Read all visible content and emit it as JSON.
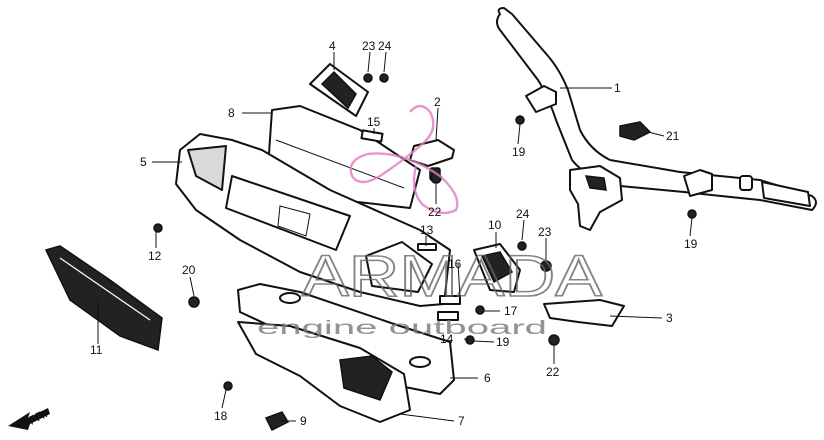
{
  "watermark": {
    "brand": "ARMADA",
    "tagline": "engine outboard",
    "logo_color": "#e07cc0"
  },
  "diagram": {
    "direction_label": "FR.",
    "callouts": [
      {
        "id": "c1",
        "text": "1"
      },
      {
        "id": "c2",
        "text": "2"
      },
      {
        "id": "c3",
        "text": "3"
      },
      {
        "id": "c4",
        "text": "4"
      },
      {
        "id": "c5",
        "text": "5"
      },
      {
        "id": "c6",
        "text": "6"
      },
      {
        "id": "c7",
        "text": "7"
      },
      {
        "id": "c8",
        "text": "8"
      },
      {
        "id": "c9",
        "text": "9"
      },
      {
        "id": "c10",
        "text": "10"
      },
      {
        "id": "c11",
        "text": "11"
      },
      {
        "id": "c12",
        "text": "12"
      },
      {
        "id": "c13",
        "text": "13"
      },
      {
        "id": "c14",
        "text": "14"
      },
      {
        "id": "c15",
        "text": "15"
      },
      {
        "id": "c16",
        "text": "16"
      },
      {
        "id": "c17",
        "text": "17"
      },
      {
        "id": "c18",
        "text": "18"
      },
      {
        "id": "c19a",
        "text": "19"
      },
      {
        "id": "c19b",
        "text": "19"
      },
      {
        "id": "c19c",
        "text": "19"
      },
      {
        "id": "c20",
        "text": "20"
      },
      {
        "id": "c21",
        "text": "21"
      },
      {
        "id": "c22a",
        "text": "22"
      },
      {
        "id": "c22b",
        "text": "22"
      },
      {
        "id": "c23a",
        "text": "23"
      },
      {
        "id": "c23b",
        "text": "23"
      },
      {
        "id": "c24a",
        "text": "24"
      },
      {
        "id": "c24b",
        "text": "24"
      }
    ]
  }
}
